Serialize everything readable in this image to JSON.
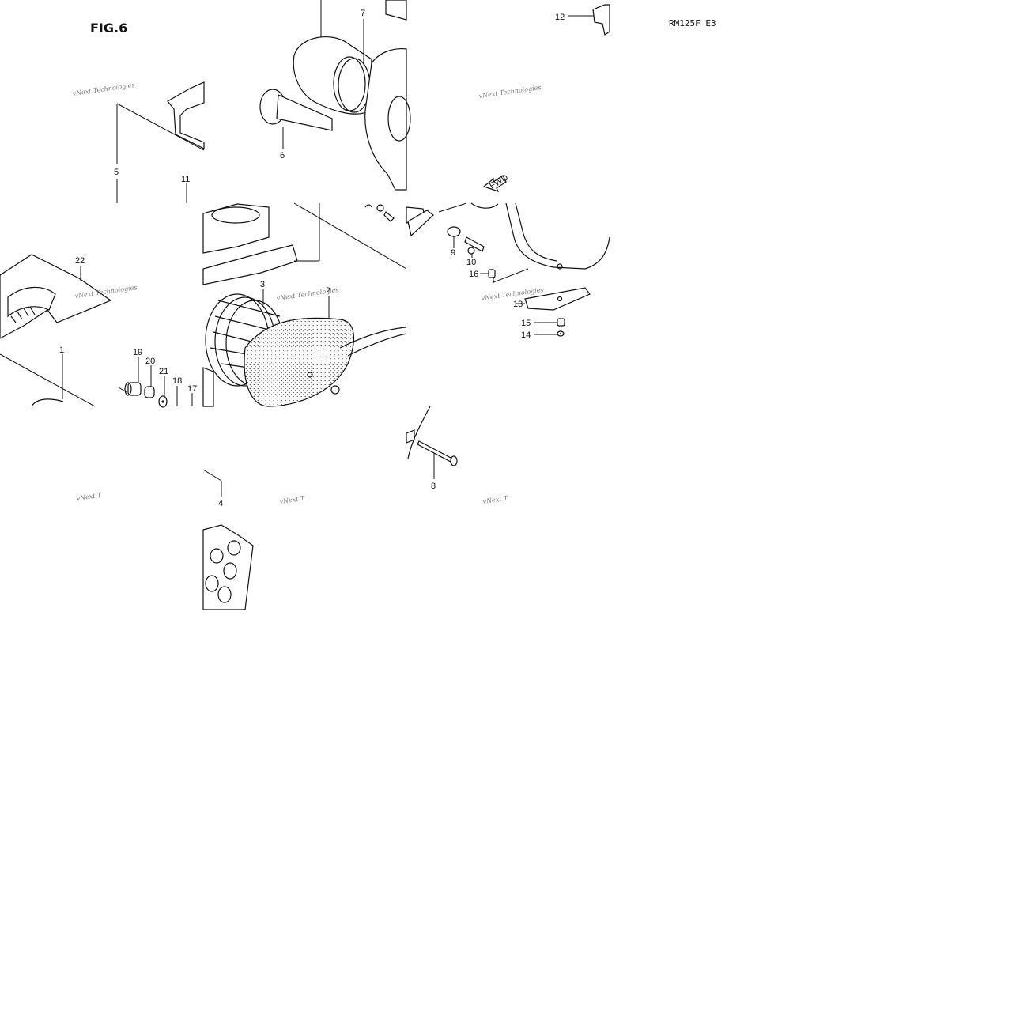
{
  "figure": {
    "title": "FIG.6",
    "model_code": "RM125F E3"
  },
  "direction_arrow": {
    "label": "FWD"
  },
  "watermark": {
    "text": "vNext Technologies",
    "short_text": "vNext T"
  },
  "callouts": [
    "1",
    "2",
    "3",
    "4",
    "5",
    "6",
    "7",
    "8",
    "9",
    "10",
    "11",
    "12",
    "13",
    "14",
    "15",
    "16",
    "17",
    "18",
    "19",
    "20",
    "21",
    "22"
  ]
}
